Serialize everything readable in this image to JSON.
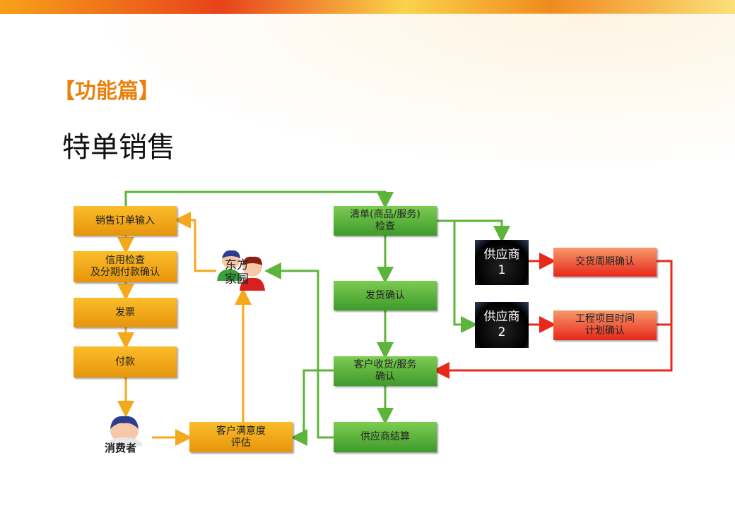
{
  "section_title": "【功能篇】",
  "slide_title": "特单销售",
  "left_flow": [
    "销售订单输入",
    "信用检查\n及分期付款确认",
    "发票",
    "付款"
  ],
  "consumer": "消费者",
  "satisfaction": "客户满意度\n评估",
  "community": "东方\n家园",
  "middle_flow": [
    "清单(商品/服务)\n检查",
    "发货确认",
    "客户收货/服务\n确认",
    "供应商结算"
  ],
  "suppliers": [
    "供应商\n1",
    "供应商\n2"
  ],
  "supplier_tasks": [
    "交货周期确认",
    "工程项目时间\n计划确认"
  ],
  "colors": {
    "orange": "#f4a81c",
    "green": "#5cb43a",
    "red": "#e8281a",
    "title": "#e8820c"
  }
}
